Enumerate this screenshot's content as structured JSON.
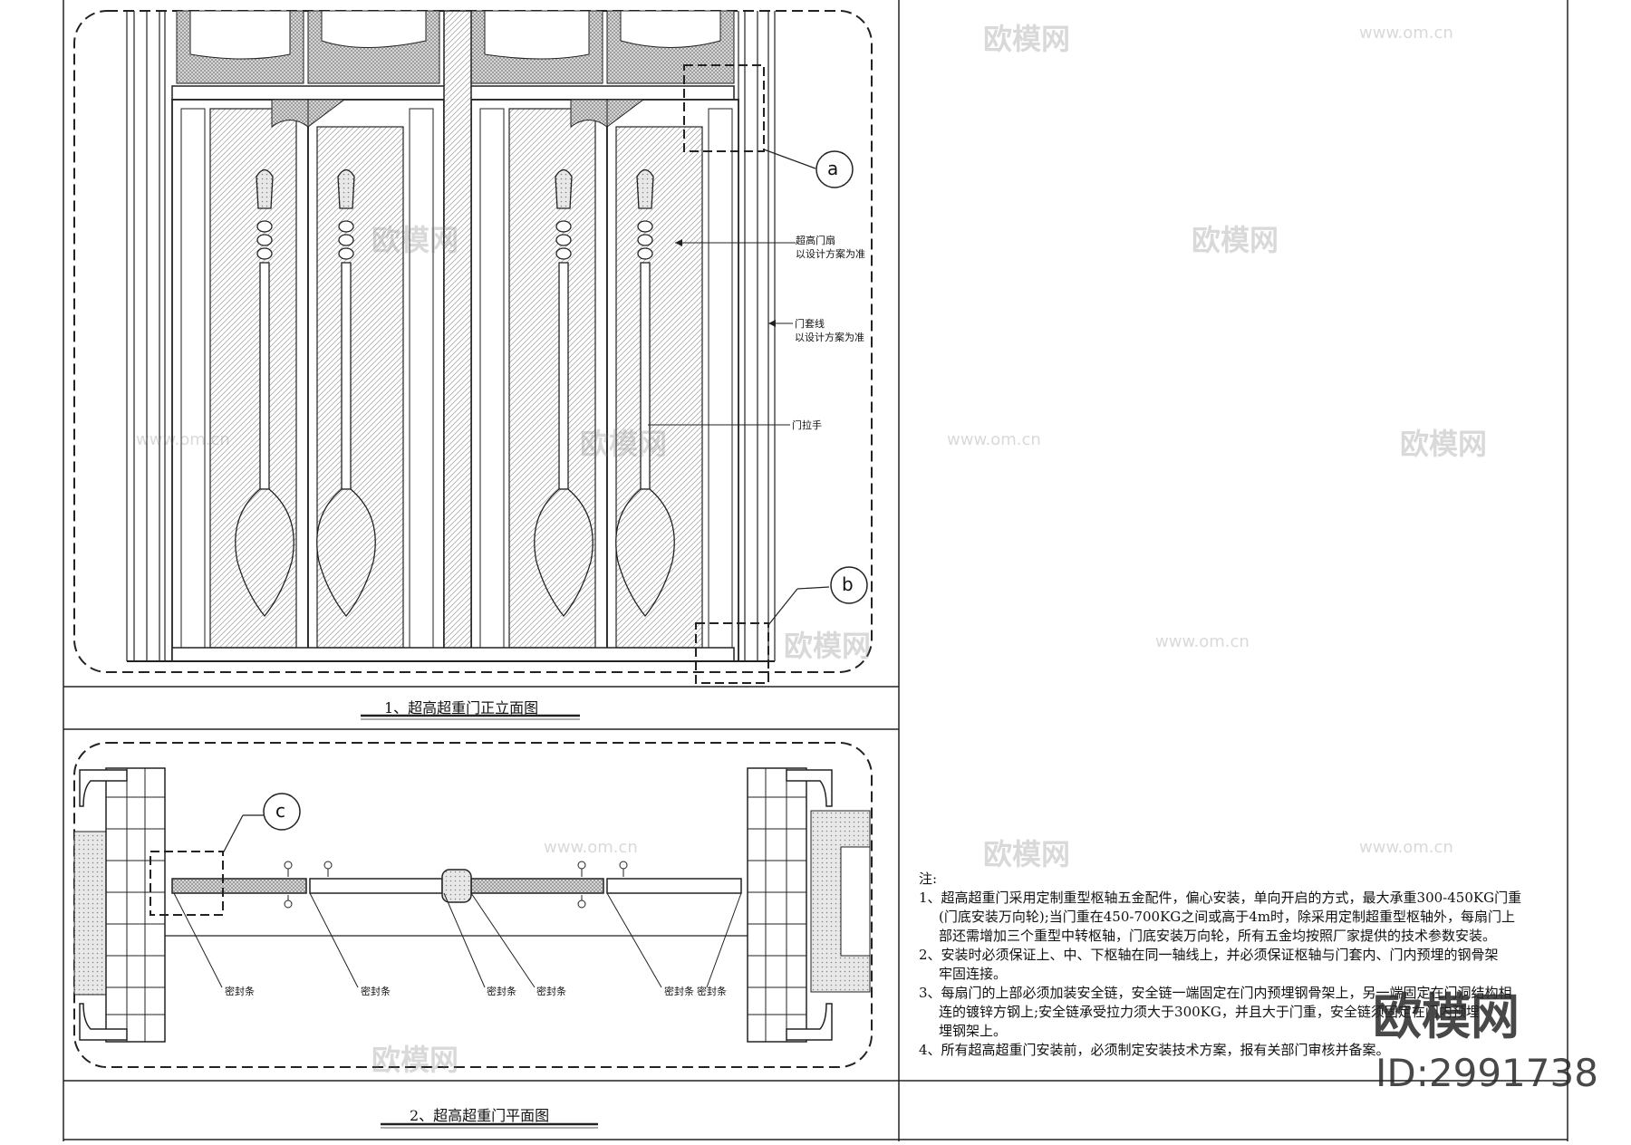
{
  "drawing": {
    "elevation_title": "1、超高超重门正立面图",
    "plan_title": "2、超高超重门平面图",
    "callouts": {
      "a": "a",
      "b": "b",
      "c": "c"
    },
    "annotations": {
      "leaf_line1": "超高门扇",
      "leaf_line2": "以设计方案为准",
      "casing_line1": "门套线",
      "casing_line2": "以设计方案为准",
      "handle": "门拉手"
    },
    "seal_strip": "密封条"
  },
  "notes": {
    "heading": "注:",
    "items": [
      "1、超高超重门采用定制重型枢轴五金配件，偏心安装，单向开启的方式，最大承重300-450KG门重",
      "(门底安装万向轮);当门重在450-700KG之间或高于4m时，除采用定制超重型枢轴外，每扇门上",
      "部还需增加三个重型中转枢轴，门底安装万向轮，所有五金均按照厂家提供的技术参数安装。",
      "2、安装时必须保证上、中、下枢轴在同一轴线上，并必须保证枢轴与门套内、门内预埋的钢骨架",
      "牢固连接。",
      "3、每扇门的上部必须加装安全链，安全链一端固定在门内预埋钢骨架上，另一端固定在门洞结构相",
      "连的镀锌方钢上;安全链承受拉力须大于300KG，并且大于门重，安全链须固定在门内预埋",
      "埋钢架上。",
      "4、所有超高超重门安装前，必须制定安装技术方案，报有关部门审核并备案。"
    ]
  },
  "watermark": {
    "brand": "欧模网",
    "url": "www.om.cn",
    "id": "ID:2991738"
  }
}
